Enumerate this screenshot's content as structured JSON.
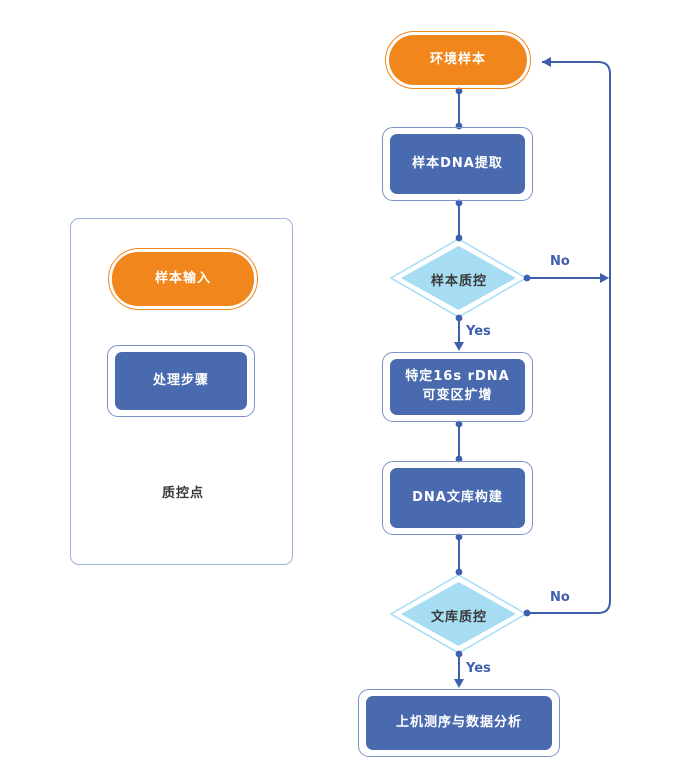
{
  "colors": {
    "orange": "#F0861C",
    "process_blue": "#4A6AAF",
    "qc_blue": "#A6DDF3",
    "line_blue": "#3D5FAD",
    "border_blue": "#7B93C7",
    "legend_border": "#9FB3D9",
    "qc_text": "#3A3A3A"
  },
  "legend": {
    "items": [
      {
        "id": "input",
        "type": "input",
        "label": "样本输入"
      },
      {
        "id": "process",
        "type": "process",
        "label": "处理步骤"
      },
      {
        "id": "qc",
        "type": "qc",
        "label": "质控点"
      }
    ]
  },
  "flowchart": {
    "nodes": [
      {
        "id": "env-sample",
        "type": "input",
        "label": "环境样本"
      },
      {
        "id": "dna-extraction",
        "type": "process",
        "label": "样本DNA提取"
      },
      {
        "id": "sample-qc",
        "type": "qc",
        "label": "样本质控"
      },
      {
        "id": "rdna-amplification",
        "type": "process",
        "label": "特定16s rDNA\n可变区扩增"
      },
      {
        "id": "library-construction",
        "type": "process",
        "label": "DNA文库构建"
      },
      {
        "id": "library-qc",
        "type": "qc",
        "label": "文库质控"
      },
      {
        "id": "sequencing-analysis",
        "type": "process",
        "label": "上机测序与数据分析"
      }
    ],
    "edges": [
      {
        "from": "env-sample",
        "to": "dna-extraction",
        "label": ""
      },
      {
        "from": "dna-extraction",
        "to": "sample-qc",
        "label": ""
      },
      {
        "from": "sample-qc",
        "to": "rdna-amplification",
        "label": "Yes"
      },
      {
        "from": "sample-qc",
        "to": "env-sample",
        "label": "No"
      },
      {
        "from": "rdna-amplification",
        "to": "library-construction",
        "label": ""
      },
      {
        "from": "library-construction",
        "to": "library-qc",
        "label": ""
      },
      {
        "from": "library-qc",
        "to": "sequencing-analysis",
        "label": "Yes"
      },
      {
        "from": "library-qc",
        "to": "env-sample",
        "label": "No"
      }
    ],
    "edge_labels": {
      "yes": "Yes",
      "no": "No"
    }
  }
}
